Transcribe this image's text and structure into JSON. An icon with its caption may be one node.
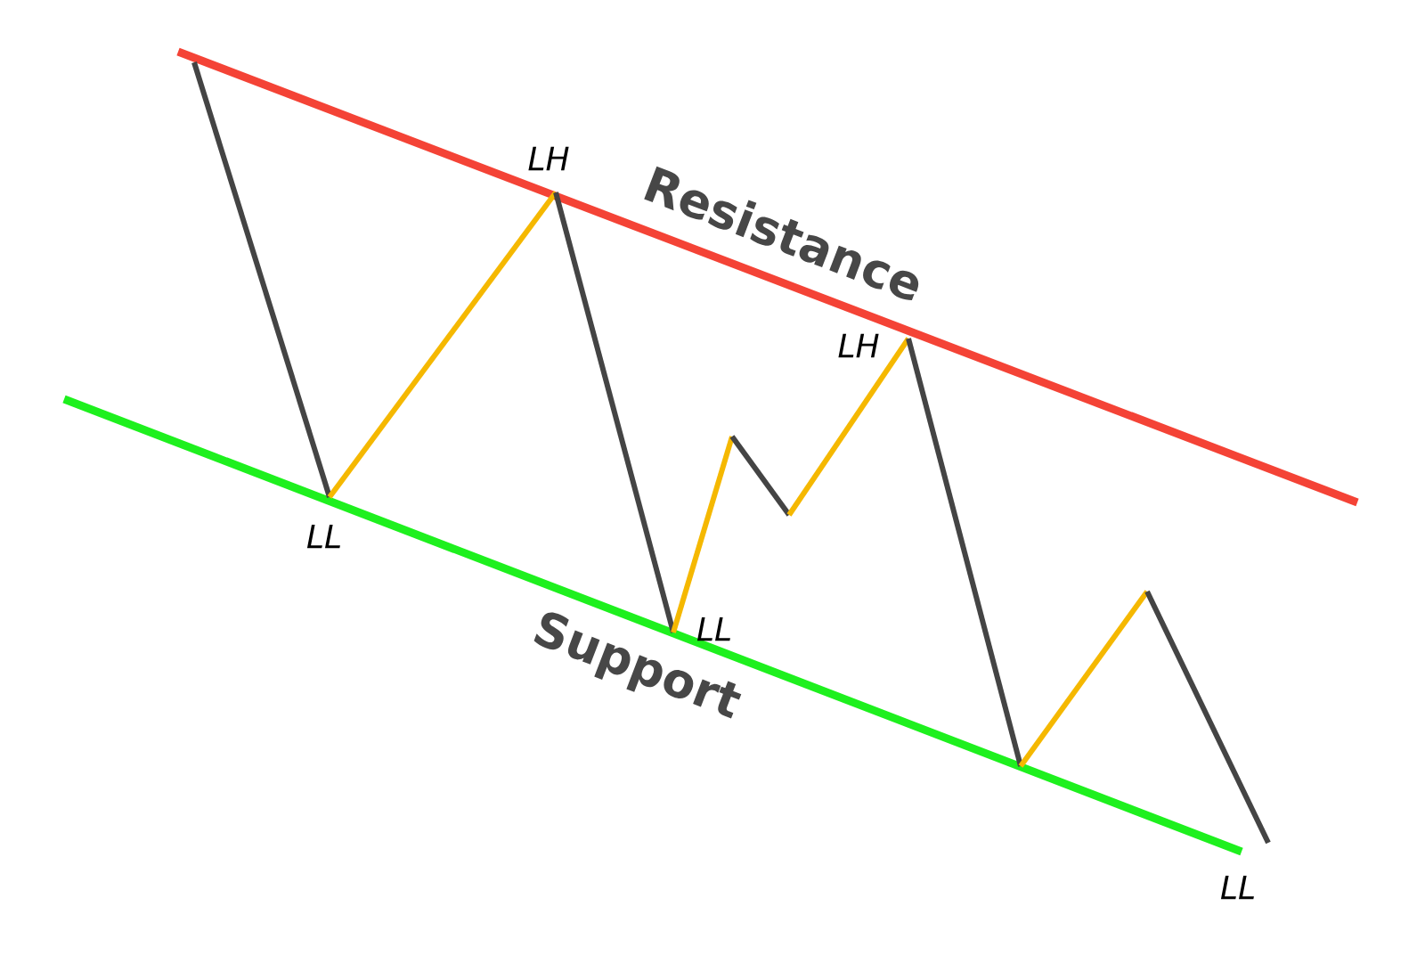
{
  "diagram": {
    "labels": [
      "LH",
      "Resistance",
      "LH",
      "LL",
      "LL",
      "Support",
      "LL"
    ]
  }
}
